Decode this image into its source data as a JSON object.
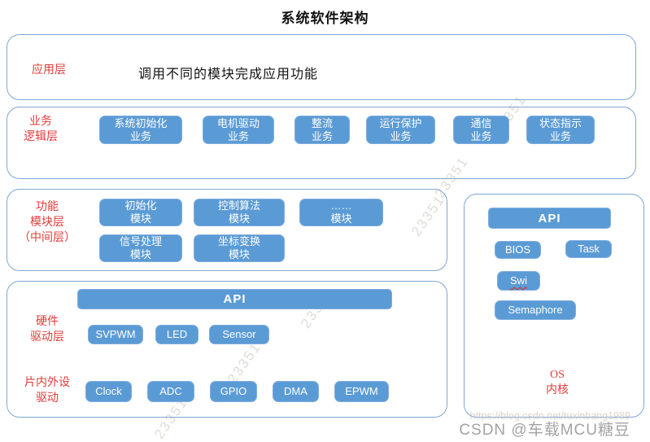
{
  "title": "系统软件架构",
  "app_layer": {
    "label": "应用层",
    "text": "调用不同的模块完成应用功能"
  },
  "business_layer": {
    "label": "业务\n逻辑层",
    "boxes": [
      "系统初始化\n业务",
      "电机驱动\n业务",
      "整流\n业务",
      "运行保护\n业务",
      "通信\n业务",
      "状态指示\n业务"
    ]
  },
  "module_layer": {
    "label": "功能\n模块层\n（中间层）",
    "row1": [
      "初始化\n模块",
      "控制算法\n模块",
      "……\n模块"
    ],
    "row2": [
      "信号处理\n模块",
      "坐标变换\n模块"
    ]
  },
  "driver_layer": {
    "api_label": "API",
    "hw_label": "硬件\n驱动层",
    "hw_boxes": [
      "SVPWM",
      "LED",
      "Sensor"
    ],
    "periph_label": "片内外设\n驱动",
    "periph_boxes": [
      "Clock",
      "ADC",
      "GPIO",
      "DMA",
      "EPWM"
    ]
  },
  "os_layer": {
    "api_label": "API",
    "boxes": [
      "BIOS",
      "Task",
      "Swi",
      "Semaphore"
    ],
    "label": "OS\n内核"
  },
  "watermark": {
    "diagonal": "23351",
    "url": "https://blog.csdn.net/tuxinbang1989",
    "credit": "CSDN @车载MCU糖豆"
  },
  "colors": {
    "box_blue": "#5b9bd5",
    "container_border": "#7fa7d3",
    "label_red": "#e23b3b"
  }
}
